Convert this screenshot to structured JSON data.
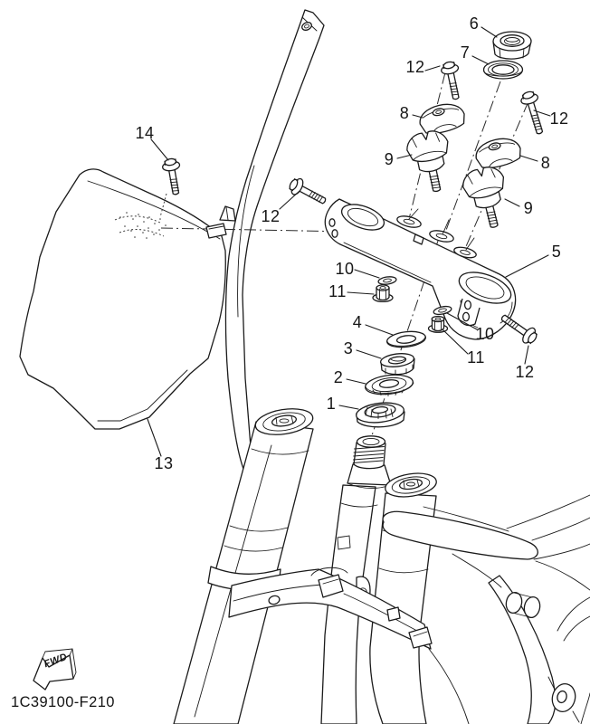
{
  "callouts": {
    "p1": "1",
    "p2": "2",
    "p3": "3",
    "p4": "4",
    "p5": "5",
    "p6": "6",
    "p7": "7",
    "p8": "8",
    "p9": "9",
    "p10": "10",
    "p11": "11",
    "p12": "12",
    "p13": "13",
    "p14": "14"
  },
  "footer": {
    "part_code": "1C39100-F210",
    "fwd_label": "FWD"
  }
}
